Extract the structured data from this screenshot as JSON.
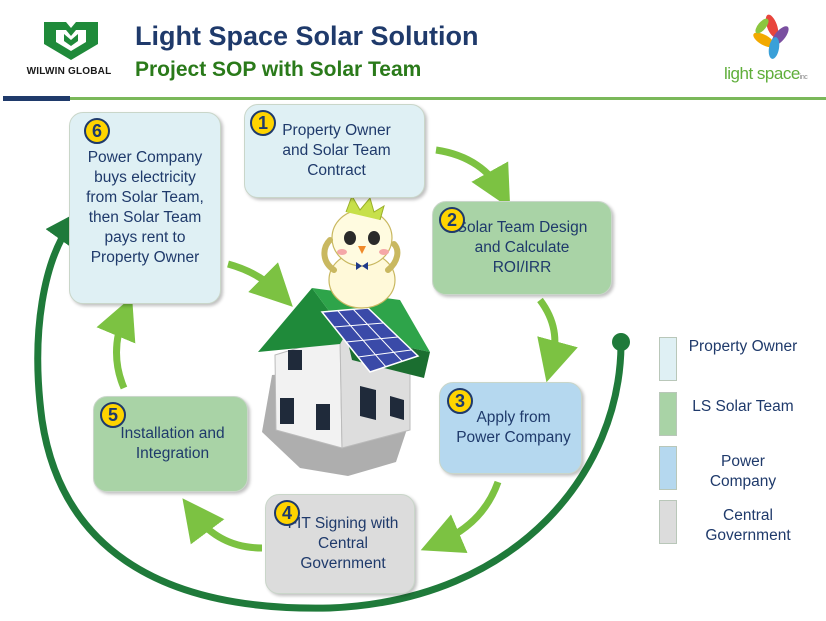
{
  "header": {
    "logo_left_text": "WILWIN GLOBAL",
    "title": "Light Space Solar Solution",
    "subtitle": "Project SOP with Solar Team",
    "logo_right_text": "light space",
    "logo_right_suffix": "inc"
  },
  "colors": {
    "title": "#1f3a6b",
    "subtitle": "#2a7a1a",
    "arrow_green": "#7cc242",
    "cycle_green": "#1f7a3a",
    "property_owner": "#dff0f4",
    "ls_solar_team": "#a9d3a6",
    "power_company": "#b5d8ef",
    "central_government": "#dcdcdc",
    "badge": "#ffd400"
  },
  "steps": [
    {
      "number": "1",
      "text": "Property Owner and Solar Team Contract",
      "category": "property_owner"
    },
    {
      "number": "2",
      "text": "Solar Team Design and Calculate ROI/IRR",
      "category": "ls_solar_team"
    },
    {
      "number": "3",
      "text": "Apply from Power Company",
      "category": "power_company"
    },
    {
      "number": "4",
      "text": "FIT Signing with Central Government",
      "category": "central_government"
    },
    {
      "number": "5",
      "text": "Installation and Integration",
      "category": "ls_solar_team"
    },
    {
      "number": "6",
      "text": "Power Company buys electricity from Solar Team, then Solar Team pays rent to Property Owner",
      "category": "property_owner"
    }
  ],
  "legend": [
    {
      "label": "Property Owner",
      "category": "property_owner"
    },
    {
      "label": "LS Solar Team",
      "category": "ls_solar_team"
    },
    {
      "label": "Power Company",
      "category": "power_company"
    },
    {
      "label": "Central Government",
      "category": "central_government"
    }
  ],
  "icons": [
    "wilwin-logo-icon",
    "light-space-logo-icon",
    "house-icon",
    "solar-panel-icon",
    "bird-mascot-icon",
    "cycle-arrow-icon"
  ]
}
